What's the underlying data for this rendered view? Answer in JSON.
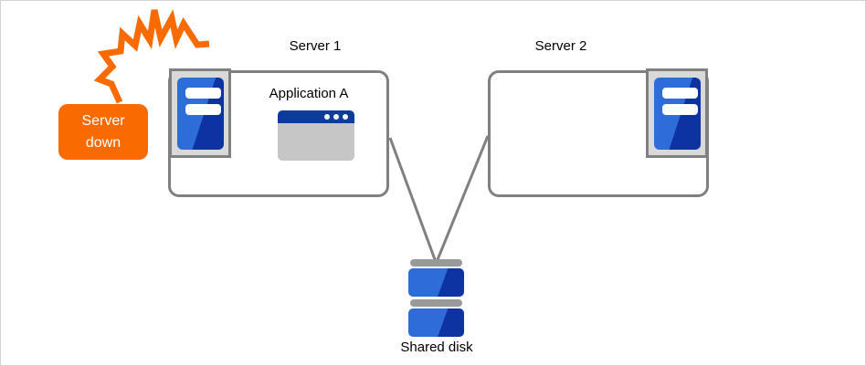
{
  "diagram": {
    "alert": {
      "label": "Server down"
    },
    "nodes": {
      "server1": {
        "label": "Server 1",
        "application": "Application A"
      },
      "server2": {
        "label": "Server 2"
      },
      "shared_disk": {
        "label": "Shared disk"
      }
    },
    "connections": [
      {
        "from": "server1",
        "to": "shared_disk"
      },
      {
        "from": "server2",
        "to": "shared_disk"
      }
    ]
  },
  "icons": {
    "crash": "crash-burst-icon",
    "server": "server-tower-icon",
    "application": "app-window-icon",
    "shared_disk": "disk-stack-icon"
  },
  "colors": {
    "accent_orange": "#F96A00",
    "blue_light": "#2E6CD9",
    "blue_dark": "#0D33A3",
    "titlebar_blue": "#0B3C9C",
    "border_gray": "#808080",
    "icon_bg_gray": "#D9D9D9",
    "window_body_gray": "#C6C6C6",
    "disk_bar_gray": "#999999"
  }
}
